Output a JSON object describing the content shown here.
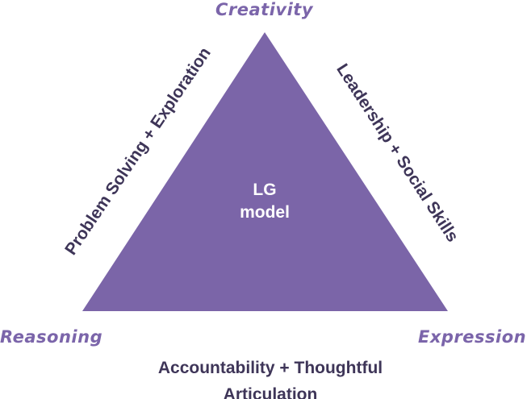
{
  "colors": {
    "triangle": "#7b65a8",
    "vertex_label": "#7b65aa",
    "side_label": "#3e3558"
  },
  "vertices": {
    "top": "Creativity",
    "left": "Reasoning",
    "right": "Expression"
  },
  "center": {
    "line1": "LG",
    "line2": "model"
  },
  "sides": {
    "left": "Problem Solving + Exploration",
    "right": "Leadership + Social Skills",
    "bottom_line1": "Accountability + Thoughtful",
    "bottom_line2": "Articulation"
  }
}
